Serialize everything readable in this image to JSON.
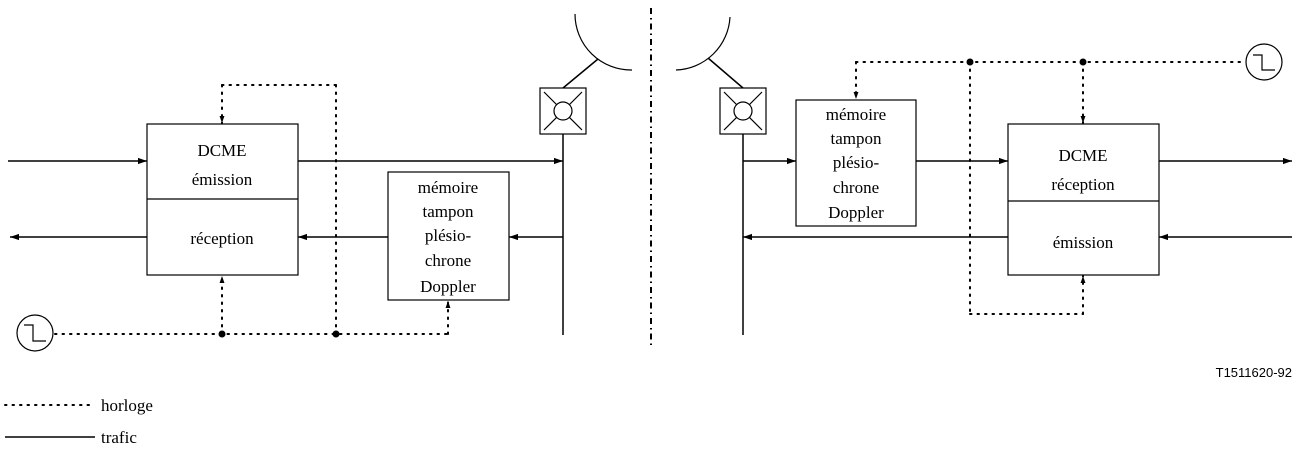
{
  "left": {
    "dcme_title": "DCME",
    "dcme_tx": "émission",
    "dcme_rx": "réception",
    "buffer": [
      "mémoire",
      "tampon",
      "plésio-",
      "chrone",
      "Doppler"
    ]
  },
  "right": {
    "dcme_title": "DCME",
    "dcme_rx": "réception",
    "dcme_tx": "émission",
    "buffer": [
      "mémoire",
      "tampon",
      "plésio-",
      "chrone",
      "Doppler"
    ]
  },
  "reference": "T1511620-92",
  "legend": {
    "clock": "horloge",
    "traffic": "trafic"
  },
  "icons": {
    "clock": "square-wave-clock-icon",
    "antenna": "satellite-dish-icon",
    "station": "earth-station-icon"
  }
}
